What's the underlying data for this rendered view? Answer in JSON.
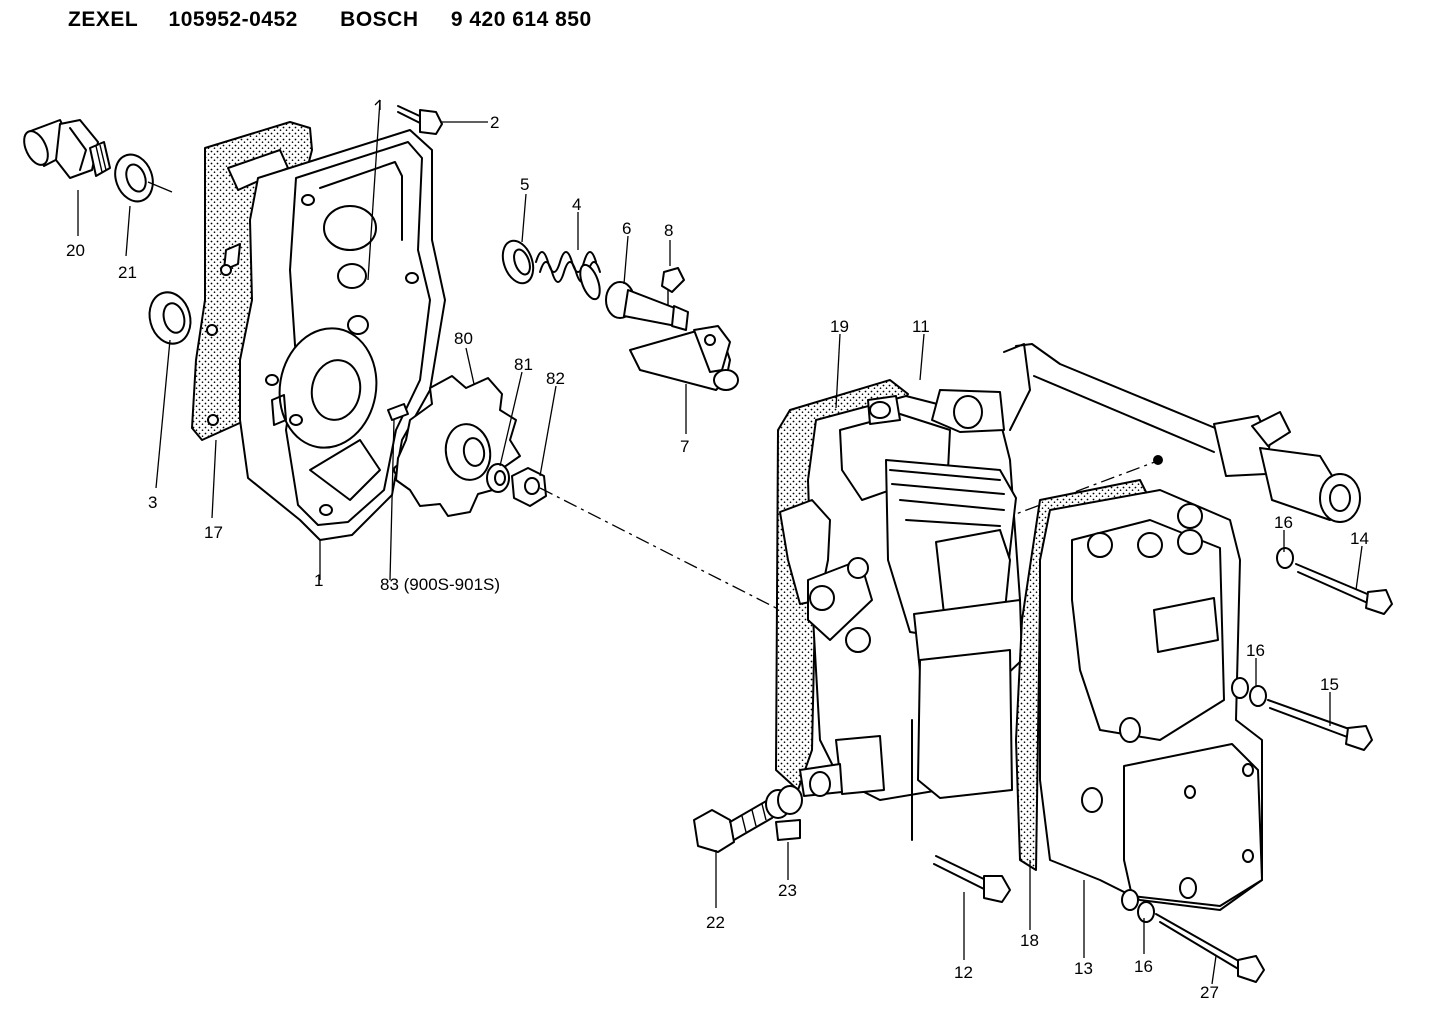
{
  "header": {
    "brand_1": "ZEXEL",
    "part_number_1": "105952-0452",
    "brand_2": "BOSCH",
    "part_number_2": "9 420 614 850"
  },
  "callouts": {
    "c1": "1",
    "c2": "2",
    "c3": "3",
    "c4": "4",
    "c5": "5",
    "c6": "6",
    "c7": "7",
    "c8": "8",
    "c11": "11",
    "c12": "12",
    "c13": "13",
    "c14": "14",
    "c15": "15",
    "c16a": "16",
    "c16b": "16",
    "c16c": "16",
    "c17": "17",
    "c18": "18",
    "c19": "19",
    "c20": "20",
    "c21": "21",
    "c22": "22",
    "c23": "23",
    "c27": "27",
    "c80": "80",
    "c81": "81",
    "c82": "82",
    "c83": "83 (900S-901S)"
  }
}
